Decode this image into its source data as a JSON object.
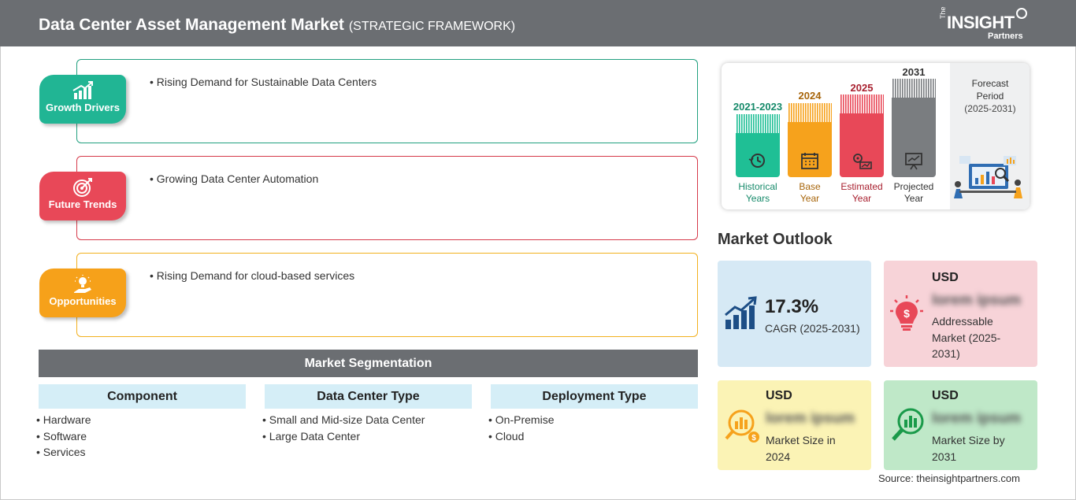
{
  "header": {
    "title": "Data Center Asset Management Market",
    "subtitle": "(STRATEGIC FRAMEWORK)"
  },
  "logo": {
    "the": "The",
    "insight": "INSIGHT",
    "partners": "Partners"
  },
  "framework": [
    {
      "badge": "Growth Drivers",
      "icon": "bar-chart-up-icon",
      "color": "#21b594",
      "border": "#21a07f",
      "text": "Rising Demand for Sustainable Data Centers"
    },
    {
      "badge": "Future Trends",
      "icon": "target-icon",
      "color": "#e84858",
      "border": "#d63a4a",
      "text": "Growing Data Center Automation"
    },
    {
      "badge": "Opportunities",
      "icon": "lightbulb-hand-icon",
      "color": "#f6a11a",
      "border": "#f2b01e",
      "text": "Rising Demand for cloud-based services"
    }
  ],
  "segmentation": {
    "title": "Market Segmentation",
    "columns": [
      {
        "heading": "Component",
        "items": [
          "Hardware",
          "Software",
          "Services"
        ]
      },
      {
        "heading": "Data Center Type",
        "items": [
          "Small and Mid-size Data Center",
          "Large Data Center"
        ]
      },
      {
        "heading": "Deployment Type",
        "items": [
          "On-Premise",
          "Cloud"
        ]
      }
    ]
  },
  "timeline": {
    "bars": [
      {
        "year": "2021-2023",
        "label_1": "Historical",
        "label_2": "Years",
        "color": "#1fbf95",
        "text_color": "#168a6a",
        "icon": "history-clock-icon"
      },
      {
        "year": "2024",
        "label_1": "Base",
        "label_2": "Year",
        "color": "#f6a21c",
        "text_color": "#a7650b",
        "icon": "calendar-icon"
      },
      {
        "year": "2025",
        "label_1": "Estimated",
        "label_2": "Year",
        "color": "#e84858",
        "text_color": "#a8202f",
        "icon": "gear-chart-icon"
      },
      {
        "year": "2031",
        "label_1": "Projected",
        "label_2": "Year",
        "color": "#7a7d80",
        "text_color": "#333333",
        "icon": "presentation-icon"
      }
    ],
    "forecast_label_1": "Forecast",
    "forecast_label_2": "Period",
    "forecast_period": "(2025-2031)"
  },
  "outlook": {
    "title": "Market Outlook",
    "cagr": {
      "value": "17.3%",
      "label": "CAGR (2025-2031)",
      "bg": "#d6e9f5",
      "icon": "growth-chart-icon"
    },
    "addressable": {
      "usd": "USD",
      "blur": "lorem ipsum",
      "label_1": "Addressable",
      "label_2": "Market (2025-",
      "label_3": "2031)",
      "bg": "#f7d3d8",
      "icon": "idea-dollar-icon"
    },
    "size_2024": {
      "usd": "USD",
      "blur": "lorem ipsum",
      "label_1": "Market Size in",
      "label_2": "2024",
      "bg": "#fbf3b5",
      "icon": "money-chart-icon"
    },
    "size_2031": {
      "usd": "USD",
      "blur": "lorem ipsum",
      "label_1": "Market Size by",
      "label_2": "2031",
      "bg": "#bfe8c8",
      "icon": "search-chart-icon"
    }
  },
  "source": "Source: theinsightpartners.com"
}
